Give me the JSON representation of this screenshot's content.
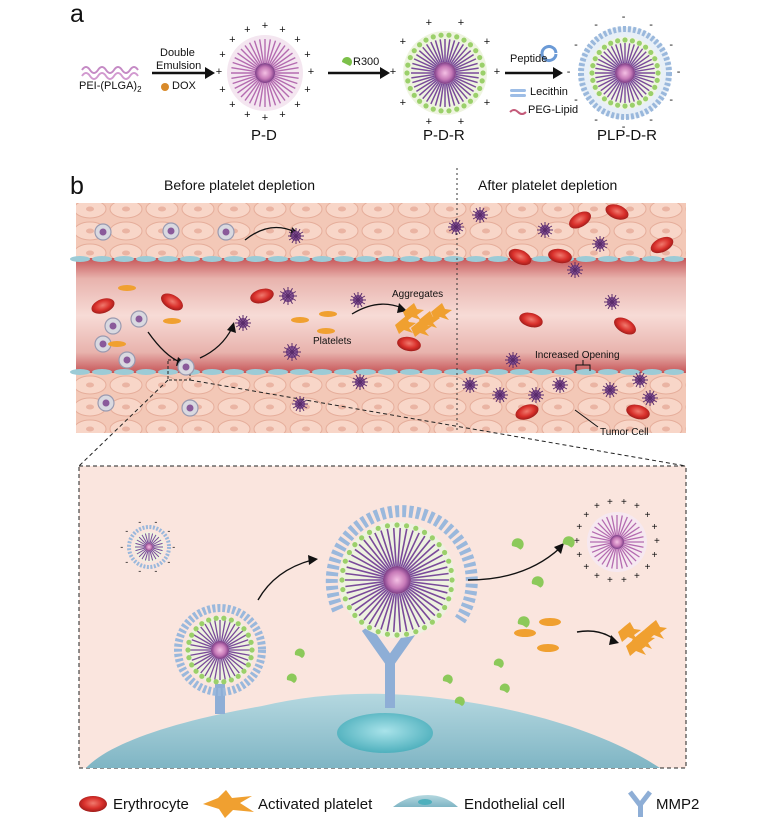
{
  "panel_a": {
    "letter": "a",
    "polymer_label": "PEI-(PLGA)",
    "polymer_subscript": "2",
    "step1_line1": "Double",
    "step1_line2": "Emulsion",
    "step1_reagent": "DOX",
    "step2_reagent": "R300",
    "step3_reagent1": "Peptide",
    "step3_reagent2": "Lecithin",
    "step3_reagent3": "PEG-Lipid",
    "products": [
      "P-D",
      "P-D-R",
      "PLP-D-R"
    ]
  },
  "panel_b": {
    "letter": "b",
    "left_title": "Before platelet depletion",
    "right_title": "After platelet depletion",
    "aggregates": "Aggregates",
    "platelets": "Platelets",
    "increased_opening": "Increased Opening",
    "tumor_cell": "Tumor Cell"
  },
  "legend": {
    "erythrocyte": "Erythrocyte",
    "activated_platelet": "Activated platelet",
    "endothelial_cell": "Endothelial cell",
    "mmp2": "MMP2"
  },
  "colors": {
    "tissue": "#f2c6b4",
    "vessel": "#e3a7a3",
    "erythrocyte": "#d93a32",
    "platelet": "#f0a030",
    "nanoparticle_core": "#8a5a9a",
    "endothelial": "#9ccbd6",
    "mmp2": "#8eaed6"
  }
}
